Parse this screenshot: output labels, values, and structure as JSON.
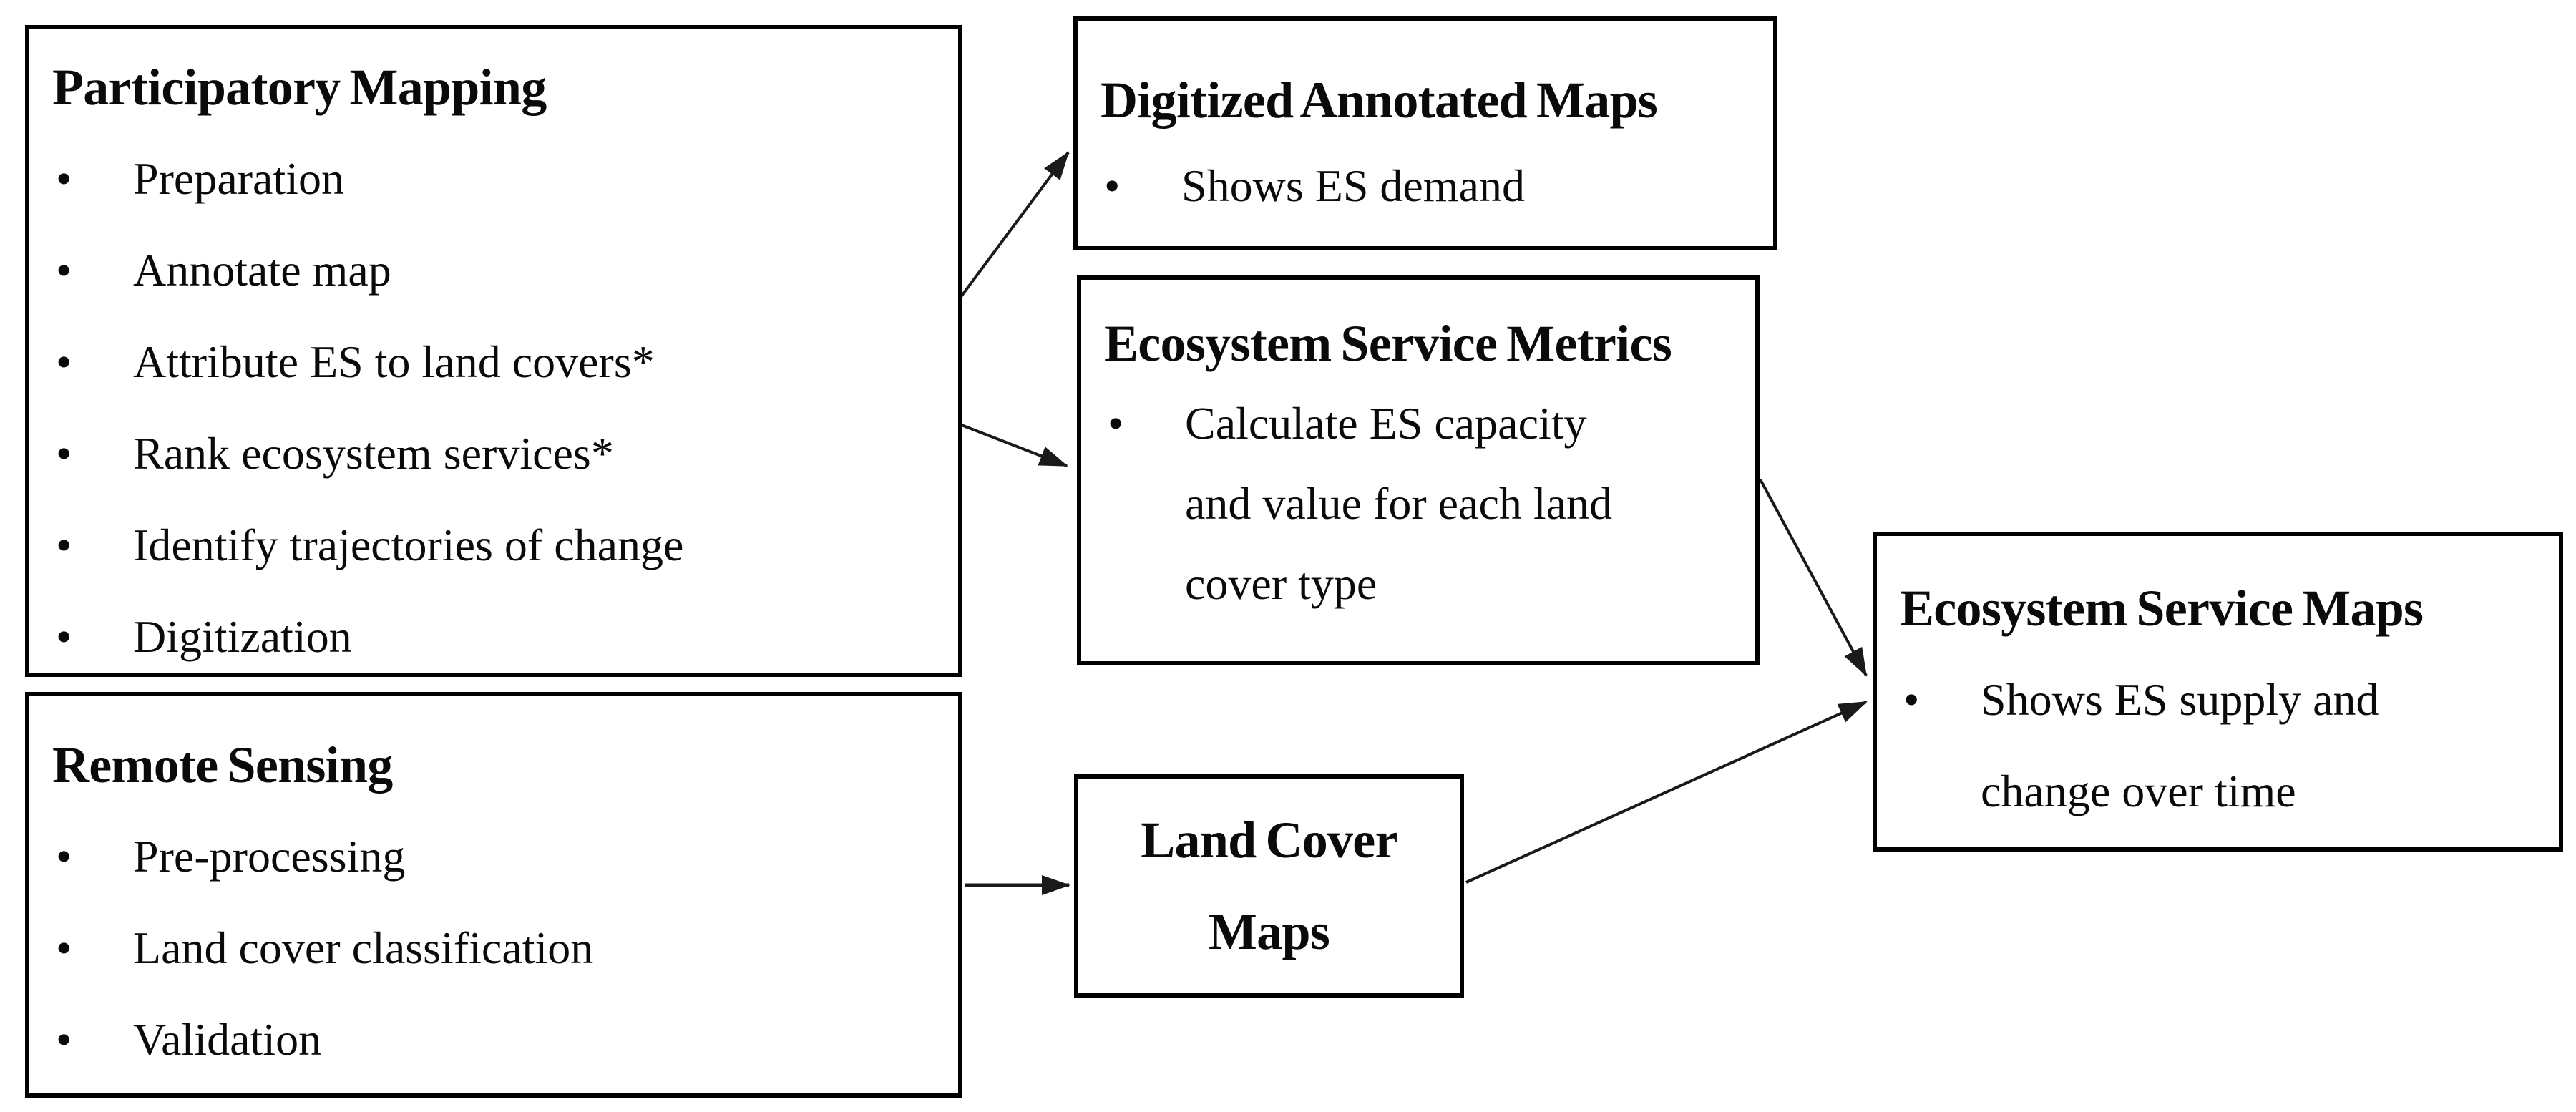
{
  "ui": {
    "bullet_glyph": "•",
    "background_color": "#ffffff",
    "box_border_color": "#000000",
    "arrow_color": "#1a1a1a",
    "bracket_color": "#7a7a7a"
  },
  "boxes": {
    "participatory_mapping": {
      "title": "Participatory Mapping",
      "bullets": [
        "Preparation",
        "Annotate map",
        "Attribute ES to land covers*",
        "Rank ecosystem services*",
        "Identify trajectories of change",
        "Digitization"
      ]
    },
    "remote_sensing": {
      "title": "Remote Sensing",
      "bullets": [
        "Pre-processing",
        "Land cover classification",
        "Validation"
      ]
    },
    "digitized_annotated_maps": {
      "title": "Digitized Annotated Maps",
      "bullets": [
        "Shows ES demand"
      ]
    },
    "ecosystem_service_metrics": {
      "title": "Ecosystem Service Metrics",
      "bullet_lines": [
        "Calculate  ES capacity",
        "and value for each land",
        "cover type"
      ]
    },
    "land_cover_maps": {
      "title_lines": [
        "Land Cover",
        "Maps"
      ]
    },
    "ecosystem_service_maps": {
      "title": "Ecosystem Service Maps",
      "bullet_lines": [
        "Shows ES supply and",
        "change over time"
      ]
    }
  }
}
